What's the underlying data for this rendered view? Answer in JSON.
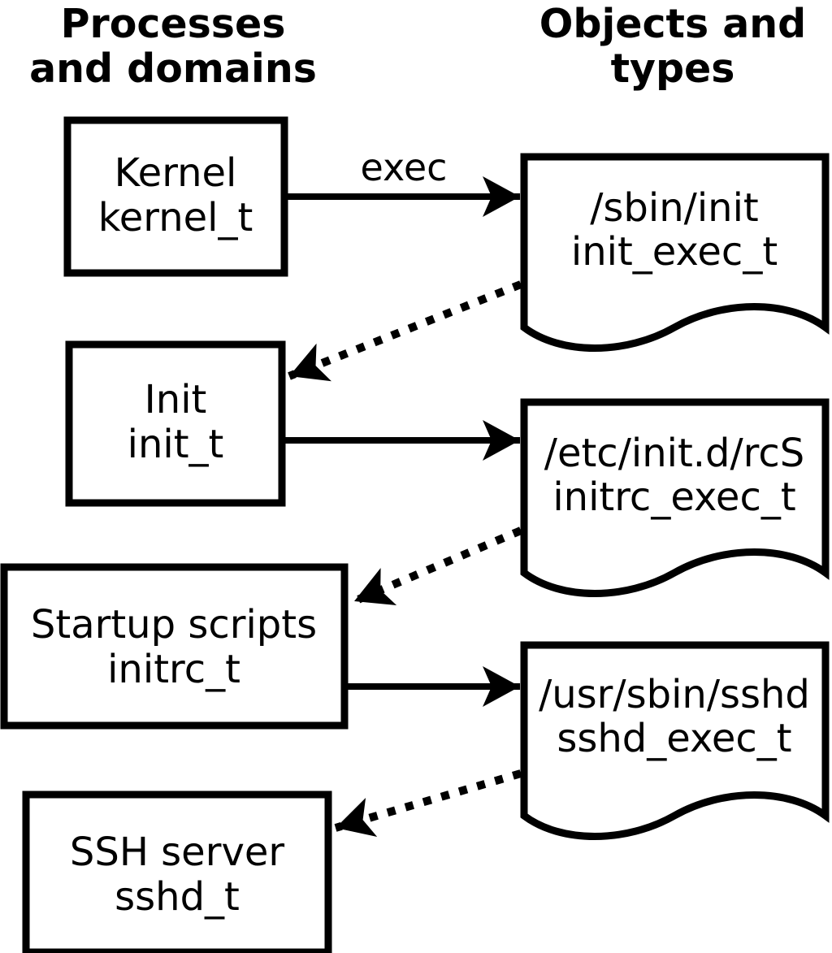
{
  "diagram": {
    "columns": {
      "left": {
        "line1": "Processes",
        "line2": "and domains"
      },
      "right": {
        "line1": "Objects and",
        "line2": "types"
      }
    },
    "process_boxes": [
      {
        "name": "Kernel",
        "type_label": "kernel_t"
      },
      {
        "name": "Init",
        "type_label": "init_t"
      },
      {
        "name": "Startup scripts",
        "type_label": "initrc_t"
      },
      {
        "name": "SSH server",
        "type_label": "sshd_t"
      }
    ],
    "documents": [
      {
        "path": "/sbin/init",
        "type_label": "init_exec_t"
      },
      {
        "path": "/etc/init.d/rcS",
        "type_label": "initrc_exec_t"
      },
      {
        "path": "/usr/sbin/sshd",
        "type_label": "sshd_exec_t"
      }
    ],
    "arrow_labels": {
      "exec": "exec"
    },
    "edges": [
      {
        "from": "Kernel",
        "to": "/sbin/init",
        "style": "solid",
        "label": "exec"
      },
      {
        "from": "/sbin/init",
        "to": "Init",
        "style": "dotted",
        "label": ""
      },
      {
        "from": "Init",
        "to": "/etc/init.d/rcS",
        "style": "solid",
        "label": ""
      },
      {
        "from": "/etc/init.d/rcS",
        "to": "Startup scripts",
        "style": "dotted",
        "label": ""
      },
      {
        "from": "Startup scripts",
        "to": "/usr/sbin/sshd",
        "style": "solid",
        "label": ""
      },
      {
        "from": "/usr/sbin/sshd",
        "to": "SSH server",
        "style": "dotted",
        "label": ""
      }
    ],
    "colors": {
      "ink": "#000000",
      "background": "#ffffff"
    }
  }
}
